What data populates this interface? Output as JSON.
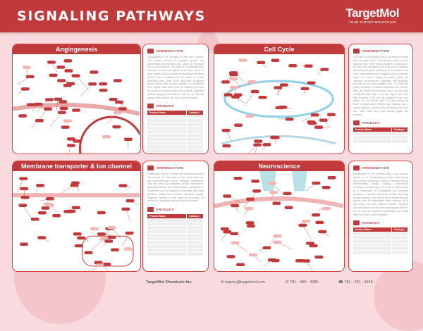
{
  "header": {
    "title": "SIGNALING PATHWAYS",
    "logo_name": "TargetMol",
    "logo_tagline": "YOUR TARGET MOLECULES"
  },
  "panels": [
    {
      "title": "Angiogenesis"
    },
    {
      "title": "Cell Cycle"
    },
    {
      "title": "Membrane transporter & Ion channel"
    },
    {
      "title": "Neuroscience"
    }
  ],
  "info": [
    {
      "heading": "INTRODUCTION",
      "text": "Angiogenesis is the formation of new blood vessels. This process involves the migration, growth, and differentiation of endothelial cells, which line the inside wall of blood vessels. The process of angiogenesis is controlled by chemical signals in the body. Some of these signals, such as vascular endothelial growth factor (VEGF), bind to receptors on the surface of normal endothelial cells. When VEGF and other endothelial growth factors bind to their receptors on endothelial cells, signals within these cells are initiated to promote the growth and survival of new blood vessels. TargetMol provides angiogenesis inhibitors that act as chemical signals which interfere with blood vessel formation.",
      "product_heading": "PRODUCT",
      "col1": "Product Name",
      "col2": "Catalog #",
      "rows": 12
    },
    {
      "heading": "INTRODUCTION",
      "text": "Cell cycle, or cell-division cycle, is the series of events that take place in a cell that cause it to divide into two daughter cells. These events include the duplication of its DNA (DNA replication) and some of its organelles, and subsequently the partitioning of its cytoplasm and other components into two daughter cells in a process called cell division. During the mitotic phase, the replicated chromosomes, organelles, and cytoplasm separate into two new daughter cells. To ensure the proper replication of cellular components and division, there are control mechanisms known as cell cycle checkpoints after each of the key steps of the cycle that determine if the cell can progress to the next phase. The cell-division cycle is a vital process by which a single-celled fertilized egg develops into a mature organism, as well as the process by which hair, skin, blood cells, and some internal organs are renewed.",
      "product_heading": "PRODUCT",
      "col1": "Product Name",
      "col2": "Catalog #",
      "rows": 3
    },
    {
      "heading": "INTRODUCTION",
      "text": "Transporters and ion channels are membrane proteins that mediate the movement of ions, small molecules, and macromolecules across biological membranes. They are critical for maintaining cellular homeostasis, signal transduction, and nutrient uptake. Dysfunction of transporters and ion channels is associated with many diseases, making them important therapeutic targets. TargetMol provides a wide range of modulators for research on membrane transport and ion channels.",
      "product_heading": "PRODUCT",
      "col1": "Product Name",
      "col2": "Catalog #",
      "rows": 10
    },
    {
      "heading": "INTRODUCTION",
      "text": "Neuroscience is the scientific study of the nervous system. It is a multidisciplinary subject under biology that combines physiology, anatomy, molecular biology, developmental biology, cytology, mathematical modeling, and psychology. The study of neuroscience is to understand the fundamental and emergent properties of neurons and neural circuits. Neurology studies diseases of the central and peripheral nervous system, such as amyotrophic lateral sclerosis (ALS) and stroke, and their medical treatment. Targeting neuronal signals, such as notch signaling with BMSMs, can be used as therapeutic interventions for several different nervous system disorders.",
      "product_heading": "PRODUCT",
      "col1": "Product Name",
      "col2": "Catalog #",
      "rows": 6
    }
  ],
  "footer": {
    "company": "TargetMol Chemicals Inc.",
    "email": "inquiry@targetmol.com",
    "phone": "781 - 999 - 4286",
    "fax": "781 - 281 - 9145"
  },
  "colors": {
    "brand": "#c0393b",
    "background": "#f9dbdf"
  }
}
